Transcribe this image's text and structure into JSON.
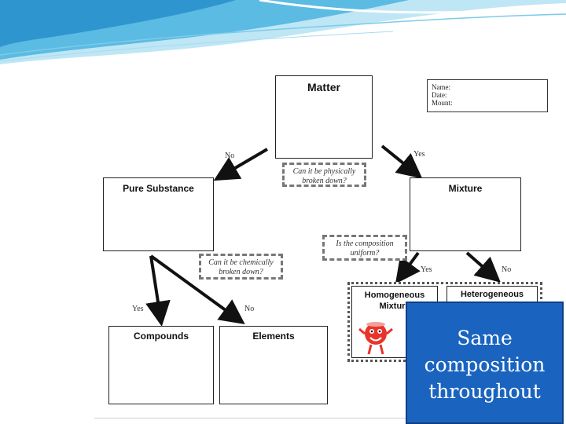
{
  "matter": {
    "title": "Matter"
  },
  "info": {
    "name_label": "Name:",
    "date_label": "Date:",
    "mount_label": "Mount:"
  },
  "pure_substance": {
    "title": "Pure Substance"
  },
  "mixture": {
    "title": "Mixture"
  },
  "compounds": {
    "title": "Compounds"
  },
  "elements": {
    "title": "Elements"
  },
  "homogeneous": {
    "title": "Homogeneous Mixture"
  },
  "heterogeneous": {
    "title": "Heterogeneous"
  },
  "questions": {
    "physically": "Can it be physically broken down?",
    "composition": "Is the composition uniform?",
    "chemically": "Can it be chemically broken down?"
  },
  "labels": {
    "matter_no": "No",
    "matter_yes": "Yes",
    "mixture_yes": "Yes",
    "mixture_no": "No",
    "pure_yes": "Yes",
    "pure_no": "No"
  },
  "callout": {
    "text": "Same composition throughout"
  },
  "colors": {
    "banner": "#3aa6d8",
    "callout": "#1a64c0",
    "arrow": "#111111"
  }
}
